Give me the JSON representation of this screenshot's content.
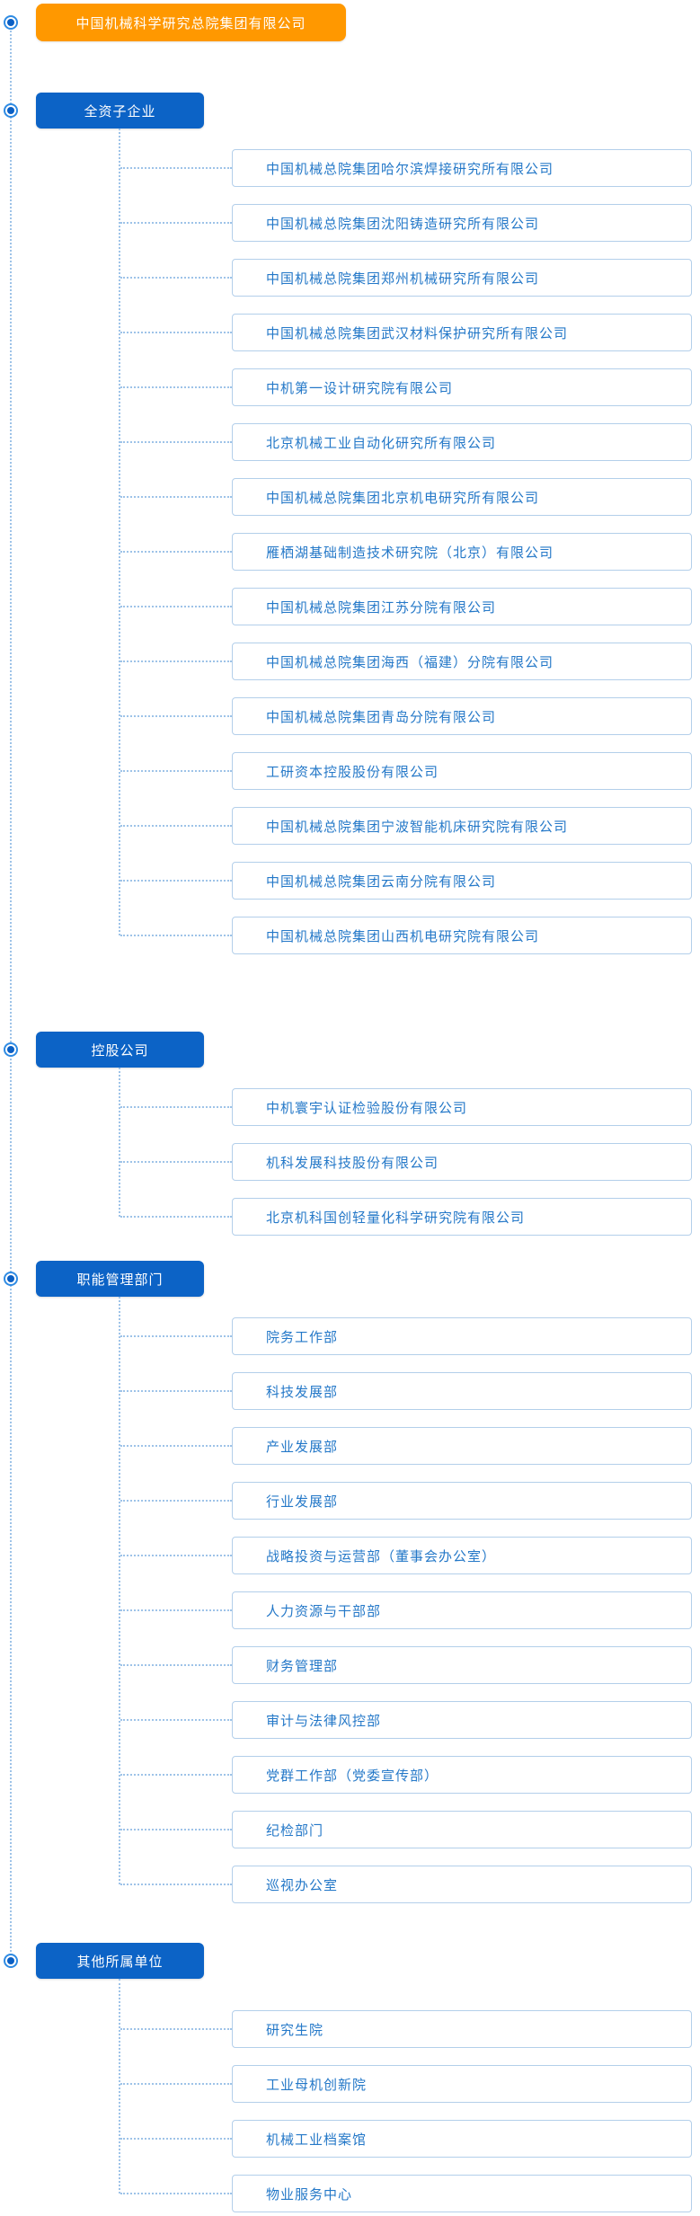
{
  "root": {
    "label": "中国机械科学研究总院集团有限公司"
  },
  "icons": {
    "node_toggle": "radio-dot-icon"
  },
  "colors": {
    "root_bg": "#FF9800",
    "section_bg": "#0C63C6",
    "item_text": "#2478C8",
    "item_border": "#B3CFEA",
    "connector_line": "#9EC3E8"
  },
  "sections": [
    {
      "label": "全资子企业",
      "items": [
        "中国机械总院集团哈尔滨焊接研究所有限公司",
        "中国机械总院集团沈阳铸造研究所有限公司",
        "中国机械总院集团郑州机械研究所有限公司",
        "中国机械总院集团武汉材料保护研究所有限公司",
        "中机第一设计研究院有限公司",
        "北京机械工业自动化研究所有限公司",
        "中国机械总院集团北京机电研究所有限公司",
        "雁栖湖基础制造技术研究院（北京）有限公司",
        "中国机械总院集团江苏分院有限公司",
        "中国机械总院集团海西（福建）分院有限公司",
        "中国机械总院集团青岛分院有限公司",
        "工研资本控股股份有限公司",
        "中国机械总院集团宁波智能机床研究院有限公司",
        "中国机械总院集团云南分院有限公司",
        "中国机械总院集团山西机电研究院有限公司"
      ]
    },
    {
      "label": "控股公司",
      "items": [
        "中机寰宇认证检验股份有限公司",
        "机科发展科技股份有限公司",
        "北京机科国创轻量化科学研究院有限公司"
      ]
    },
    {
      "label": "职能管理部门",
      "items": [
        "院务工作部",
        "科技发展部",
        "产业发展部",
        "行业发展部",
        "战略投资与运营部（董事会办公室）",
        "人力资源与干部部",
        "财务管理部",
        "审计与法律风控部",
        "党群工作部（党委宣传部）",
        "纪检部门",
        "巡视办公室"
      ]
    },
    {
      "label": "其他所属单位",
      "items": [
        "研究生院",
        "工业母机创新院",
        "机械工业档案馆",
        "物业服务中心"
      ]
    }
  ]
}
